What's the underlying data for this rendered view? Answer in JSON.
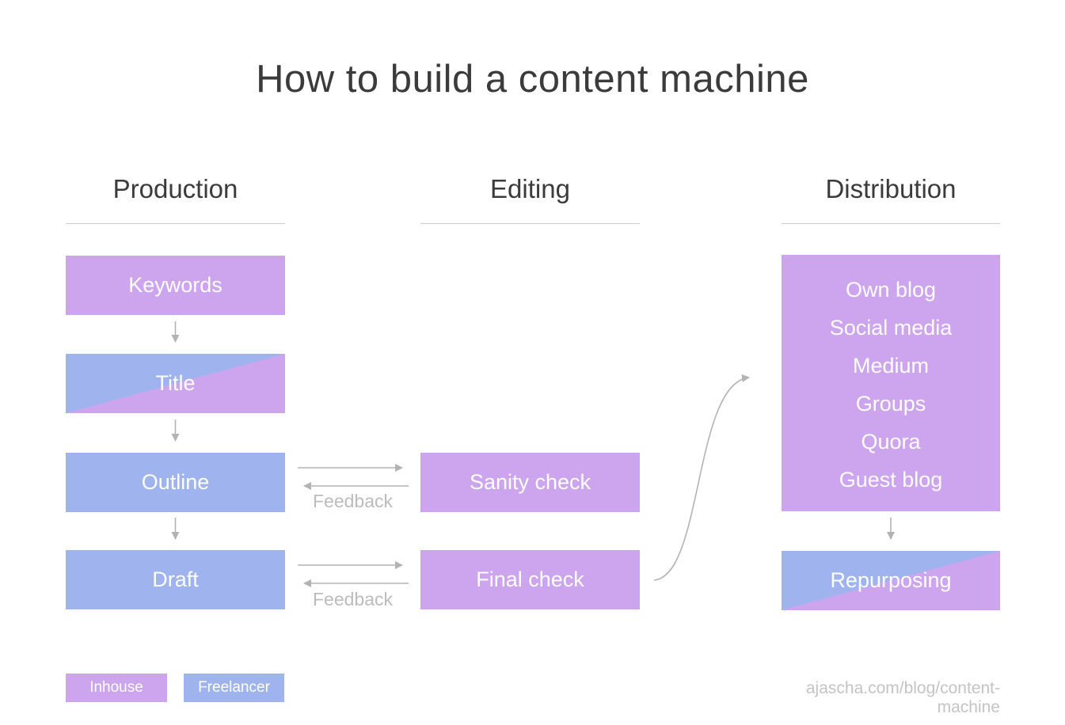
{
  "title": "How to build a content machine",
  "columns": {
    "production": {
      "header": "Production",
      "boxes": [
        {
          "label": "Keywords",
          "owner": "inhouse"
        },
        {
          "label": "Title",
          "owner": "mixed"
        },
        {
          "label": "Outline",
          "owner": "freelancer"
        },
        {
          "label": "Draft",
          "owner": "freelancer"
        }
      ]
    },
    "editing": {
      "header": "Editing",
      "boxes": [
        {
          "label": "Sanity check",
          "owner": "inhouse"
        },
        {
          "label": "Final check",
          "owner": "inhouse"
        }
      ]
    },
    "distribution": {
      "header": "Distribution",
      "channels": [
        "Own blog",
        "Social media",
        "Medium",
        "Groups",
        "Quora",
        "Guest blog"
      ],
      "repurposing_label": "Repurposing"
    }
  },
  "feedback_label": "Feedback",
  "legend": {
    "inhouse": "Inhouse",
    "freelancer": "Freelancer"
  },
  "footer": "ajascha.com/blog/content-machine",
  "colors": {
    "inhouse_purple": "#cda5ef",
    "freelancer_blue": "#9fb4ee",
    "arrow_gray": "#b3b3b3",
    "heading_gray": "#3b3b3b",
    "feedback_gray": "#bcbcbc",
    "footer_gray": "#c4c4c4"
  }
}
